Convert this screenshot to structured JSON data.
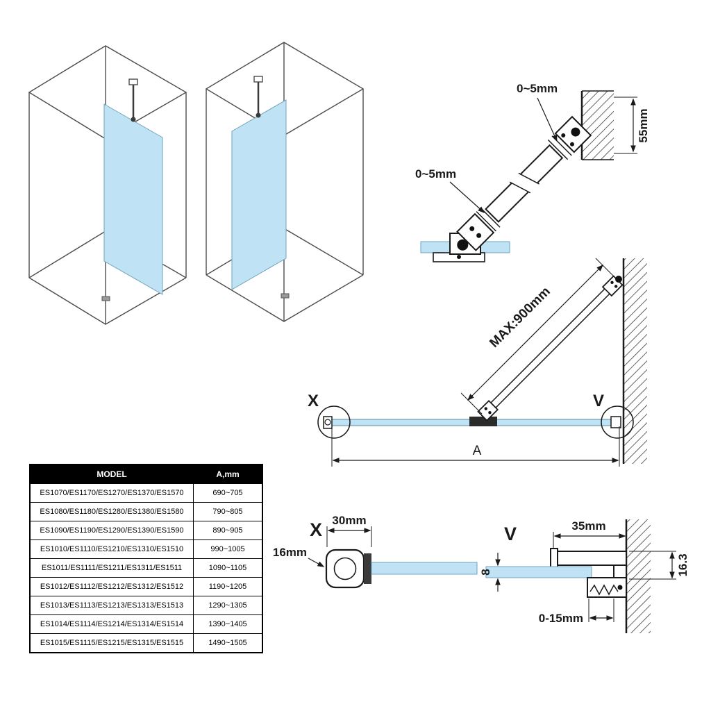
{
  "colors": {
    "glass": "#bfe3f4",
    "line": "#1a1a1a",
    "table_header_bg": "#000000",
    "table_header_text": "#ffffff"
  },
  "bracket_detail": {
    "gap_top_label": "0~5mm",
    "gap_bottom_label": "0~5mm",
    "wall_thickness_label": "55mm"
  },
  "plan_view": {
    "bar_max_label": "MAX:900mm",
    "width_label": "A",
    "detail_x_marker": "X",
    "detail_v_marker": "V"
  },
  "detail_x": {
    "title": "X",
    "width_label": "30mm",
    "depth_label": "16mm"
  },
  "detail_v": {
    "title": "V",
    "width_label": "35mm",
    "height_label": "16.3",
    "glass_label": "8",
    "adjust_label": "0-15mm"
  },
  "table": {
    "headers": [
      "MODEL",
      "A,mm"
    ],
    "rows": [
      {
        "model": "ES1070/ES1170/ES1270/ES1370/ES1570",
        "a": "690~705"
      },
      {
        "model": "ES1080/ES1180/ES1280/ES1380/ES1580",
        "a": "790~805"
      },
      {
        "model": "ES1090/ES1190/ES1290/ES1390/ES1590",
        "a": "890~905"
      },
      {
        "model": "ES1010/ES1110/ES1210/ES1310/ES1510",
        "a": "990~1005"
      },
      {
        "model": "ES1011/ES1111/ES1211/ES1311/ES1511",
        "a": "1090~1105"
      },
      {
        "model": "ES1012/ES1112/ES1212/ES1312/ES1512",
        "a": "1190~1205"
      },
      {
        "model": "ES1013/ES1113/ES1213/ES1313/ES1513",
        "a": "1290~1305"
      },
      {
        "model": "ES1014/ES1114/ES1214/ES1314/ES1514",
        "a": "1390~1405"
      },
      {
        "model": "ES1015/ES1115/ES1215/ES1315/ES1515",
        "a": "1490~1505"
      }
    ]
  }
}
